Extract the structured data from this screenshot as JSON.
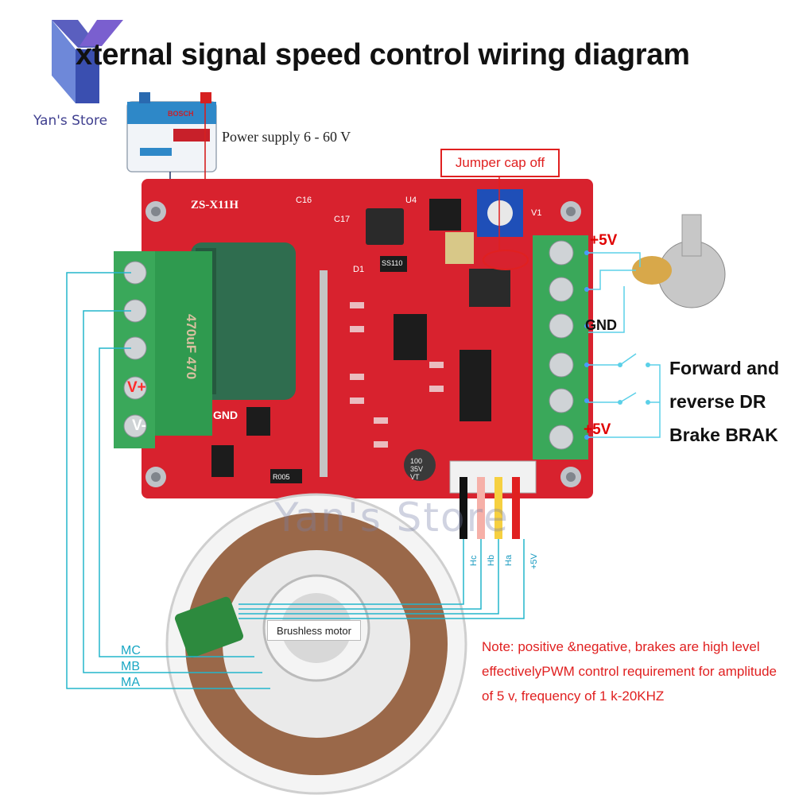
{
  "title": "xternal signal speed control wiring diagram",
  "brand": "Yan's Store",
  "watermark": "Yan's Store",
  "board": {
    "model": "ZS-X11H",
    "capacitor_text": "470uF 470",
    "cap2_text": "100 35V VT",
    "chip_labels": [
      "SS110",
      "R005",
      "C17",
      "C16",
      "D1",
      "U4",
      "V1"
    ],
    "left_terminal_labels": {
      "v_plus": "V+",
      "v_minus": "V-",
      "gnd": "GND"
    }
  },
  "power": {
    "label": "Power supply 6 - 60 V",
    "battery_brand": "BOSCH"
  },
  "jumper": {
    "label": "Jumper cap off"
  },
  "right_terminals": {
    "plus5v_top": "+5V",
    "gnd": "GND",
    "plus5v_bottom": "+5V"
  },
  "signals": {
    "line1": "Forward and",
    "line2": "reverse DR",
    "line3": "Brake BRAK"
  },
  "hall_wires": [
    "Hc",
    "Hb",
    "Ha",
    "+5V"
  ],
  "motor": {
    "label": "Brushless motor",
    "phases": [
      "MC",
      "MB",
      "MA"
    ]
  },
  "note": "Note: positive &negative, brakes are high level effectivelyPWM control requirement for amplitude of 5 v, frequency of 1 k-20KHZ",
  "colors": {
    "board_red": "#d8222e",
    "terminal_green": "#3aa85a",
    "wire_cyan": "#1aa7c4",
    "accent_red": "#e02020"
  }
}
